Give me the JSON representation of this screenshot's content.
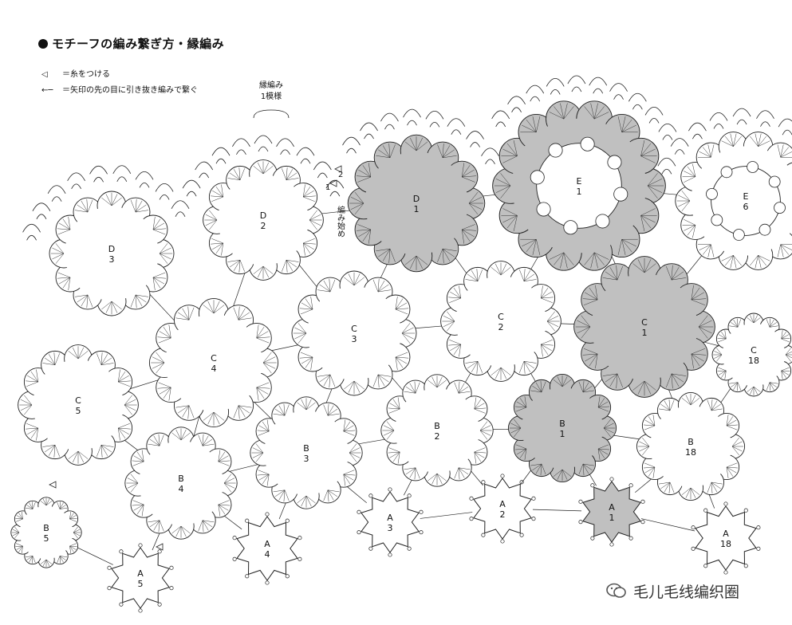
{
  "title": "モチーフの編み繋ぎ方・縁編み",
  "legend": [
    {
      "icon": "join-yarn-triangle",
      "symbol": "◁",
      "text": "＝糸をつける"
    },
    {
      "icon": "arrow-connect",
      "symbol": "←─",
      "text": "＝矢印の先の目に引き抜き編みで繋ぐ"
    }
  ],
  "edging": {
    "label": "縁編み",
    "repeat": "1模様",
    "start": "編み始め",
    "row1": "1",
    "row2": "2"
  },
  "highlight_color": "#c0c0c0",
  "motifs": [
    {
      "letter": "D",
      "num": "3",
      "kind": "flower",
      "filled": false
    },
    {
      "letter": "D",
      "num": "2",
      "kind": "flower",
      "filled": false
    },
    {
      "letter": "D",
      "num": "1",
      "kind": "flower",
      "filled": true
    },
    {
      "letter": "E",
      "num": "1",
      "kind": "double",
      "filled": true
    },
    {
      "letter": "E",
      "num": "6",
      "kind": "double",
      "filled": false
    },
    {
      "letter": "C",
      "num": "4",
      "kind": "flower",
      "filled": false
    },
    {
      "letter": "C",
      "num": "3",
      "kind": "flower",
      "filled": false
    },
    {
      "letter": "C",
      "num": "2",
      "kind": "flower",
      "filled": false
    },
    {
      "letter": "C",
      "num": "1",
      "kind": "flower",
      "filled": true
    },
    {
      "letter": "C",
      "num": "18",
      "kind": "flower",
      "filled": false
    },
    {
      "letter": "C",
      "num": "5",
      "kind": "flower",
      "filled": false
    },
    {
      "letter": "B",
      "num": "3",
      "kind": "flower",
      "filled": false
    },
    {
      "letter": "B",
      "num": "2",
      "kind": "flower",
      "filled": false
    },
    {
      "letter": "B",
      "num": "1",
      "kind": "flower",
      "filled": true
    },
    {
      "letter": "B",
      "num": "18",
      "kind": "flower",
      "filled": false
    },
    {
      "letter": "B",
      "num": "4",
      "kind": "flower",
      "filled": false
    },
    {
      "letter": "B",
      "num": "5",
      "kind": "flower",
      "filled": false
    },
    {
      "letter": "A",
      "num": "3",
      "kind": "star",
      "filled": false
    },
    {
      "letter": "A",
      "num": "2",
      "kind": "star",
      "filled": false
    },
    {
      "letter": "A",
      "num": "1",
      "kind": "star",
      "filled": true
    },
    {
      "letter": "A",
      "num": "18",
      "kind": "star",
      "filled": false
    },
    {
      "letter": "A",
      "num": "4",
      "kind": "star",
      "filled": false
    },
    {
      "letter": "A",
      "num": "5",
      "kind": "star",
      "filled": false
    }
  ],
  "watermark": {
    "icon": "wechat-icon",
    "text": "毛儿毛线编织圈"
  }
}
